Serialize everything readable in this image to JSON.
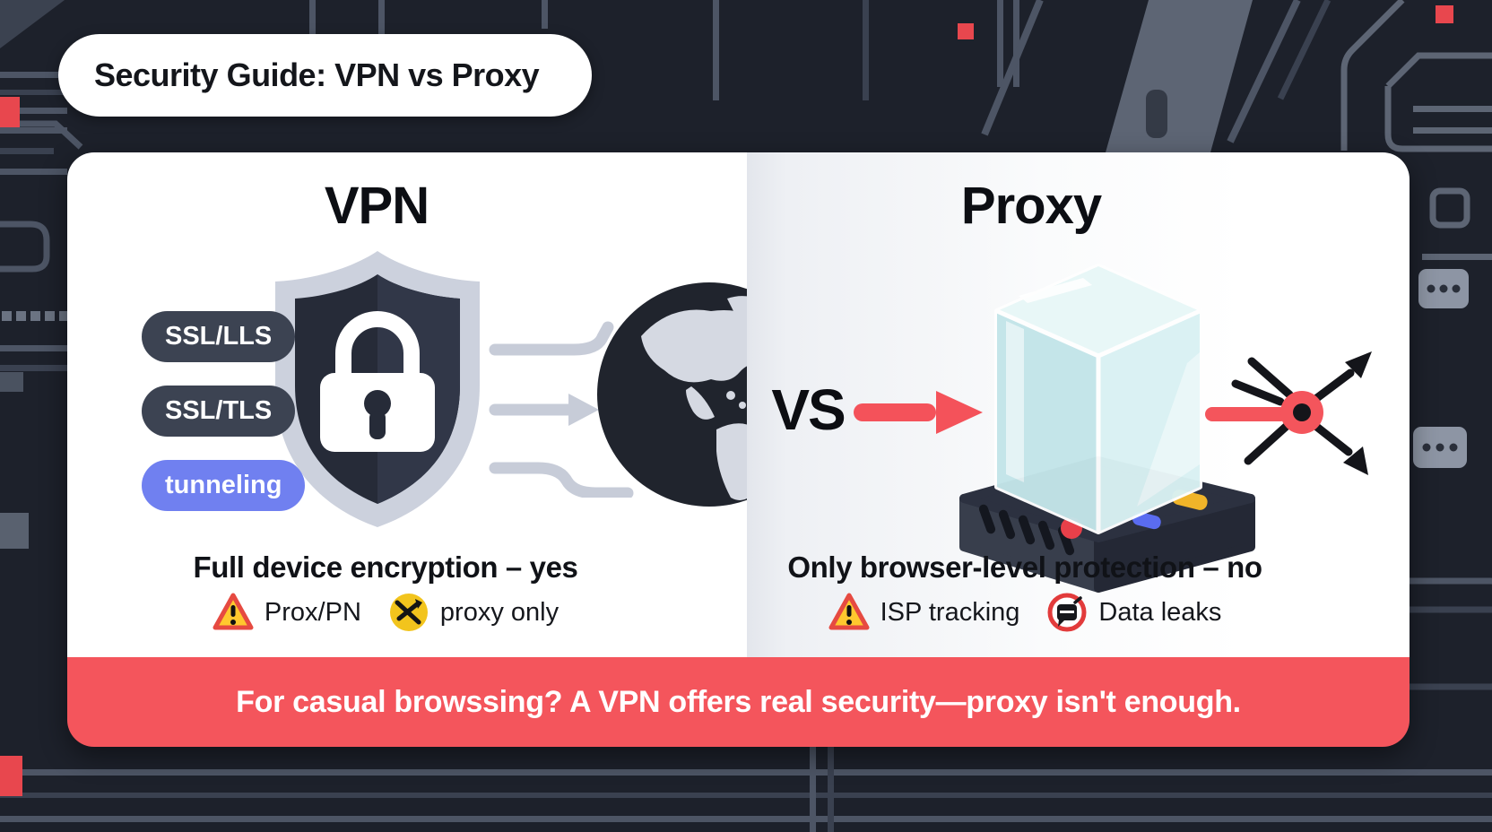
{
  "header": {
    "title": "Security Guide: VPN vs Proxy"
  },
  "vpn_panel": {
    "heading": "VPN",
    "feature_pills": [
      {
        "label": "SSL/LLS",
        "color": "#3c4352"
      },
      {
        "label": "SSL/TLS",
        "color": "#3c4352"
      },
      {
        "label": "tunneling",
        "color": "#7080f0"
      }
    ],
    "verdict": "Full device encryption – yes",
    "badges": [
      {
        "icon": "warning-triangle-icon",
        "label": "Prox/PN"
      },
      {
        "icon": "blocked-yellow-icon",
        "label": "proxy only"
      }
    ]
  },
  "comparison": {
    "vs_label": "VS"
  },
  "proxy_panel": {
    "heading": "Proxy",
    "verdict": "Only browser-level protection – no",
    "badges": [
      {
        "icon": "warning-triangle-icon",
        "label": "ISP tracking"
      },
      {
        "icon": "no-entry-icon",
        "label": "Data leaks"
      }
    ]
  },
  "footer_banner": {
    "text": "For casual browssing? A VPN offers real security—proxy isn't enough."
  },
  "colors": {
    "background_dark": "#1d212b",
    "circuit_trace": "#4d5565",
    "banner_red": "#f4555c",
    "arrow_red": "#f4525a",
    "accent_red_square": "#e8474e",
    "pill_dark": "#3c4352",
    "pill_blue": "#7080f0",
    "cube_teal": "#d3eff0",
    "warning_yellow": "#ffc82e",
    "warning_red": "#e64a41",
    "card_white": "#ffffff"
  }
}
